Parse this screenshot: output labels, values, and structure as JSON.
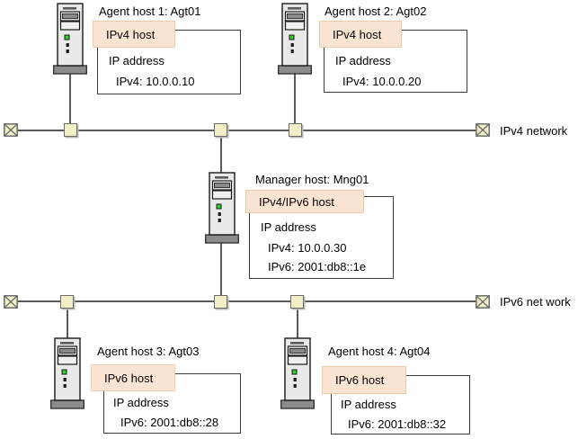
{
  "networks": [
    {
      "label": "IPv4 network"
    },
    {
      "label": "IPv6 net work"
    }
  ],
  "hosts": [
    {
      "title": "Agent host 1: Agt01",
      "type_tag": "IPv4 host",
      "ip_heading": "IP address",
      "addresses": [
        "IPv4: 10.0.0.10"
      ]
    },
    {
      "title": "Agent host 2: Agt02",
      "type_tag": "IPv4 host",
      "ip_heading": "IP address",
      "addresses": [
        "IPv4: 10.0.0.20"
      ]
    },
    {
      "title": "Manager host: Mng01",
      "type_tag": "IPv4/IPv6 host",
      "ip_heading": "IP address",
      "addresses": [
        "IPv4: 10.0.0.30",
        "IPv6: 2001:db8::1e"
      ]
    },
    {
      "title": "Agent host 3: Agt03",
      "type_tag": "IPv6 host",
      "ip_heading": "IP address",
      "addresses": [
        "IPv6: 2001:db8::28"
      ]
    },
    {
      "title": "Agent host 4: Agt04",
      "type_tag": "IPv6 host",
      "ip_heading": "IP address",
      "addresses": [
        "IPv6: 2001:db8::32"
      ]
    }
  ],
  "icons": {
    "server": "tower-server-icon",
    "network_endpoint": "crossed-square-icon",
    "network_node": "square-connector-icon"
  },
  "colors": {
    "tag_fill": "#fbe5d2",
    "tag_border": "#ebcba8",
    "node_fill": "#f2efc6",
    "node_border": "#6b6b6b",
    "line": "#5a5a5a",
    "box_border": "#3a3a3a",
    "server_body": "#e9e9e9",
    "server_base": "#8c8c8c",
    "led_green": "#33cc33"
  }
}
